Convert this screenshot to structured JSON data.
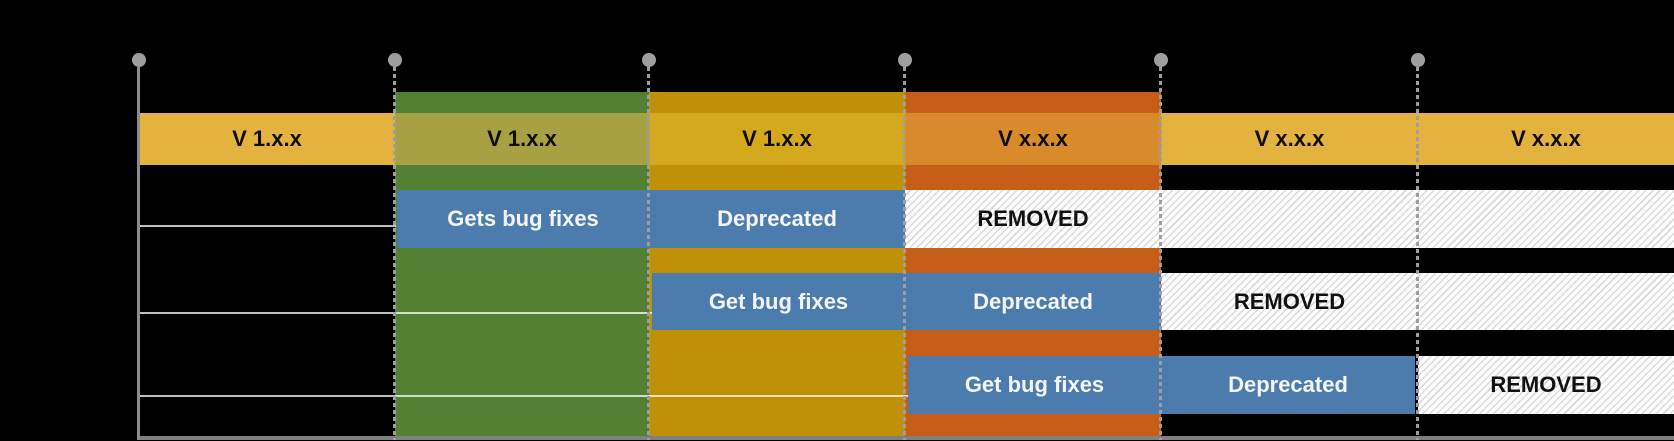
{
  "canvas": {
    "background": "#000000"
  },
  "palette": {
    "yellow_band": "#E3B23F",
    "olive_band": "#A8A144",
    "light_gold_band": "#D4A91E",
    "light_orange_band": "#D98B2B",
    "green_block": "#538032",
    "gold_block": "#C09107",
    "orange_block": "#C75E17",
    "blue_band": "#4B7CAD",
    "marker_gray": "#9E9E9E",
    "axis_gray": "#7F7F7F",
    "hatch_gray": "#D9D9D9"
  },
  "version_band": {
    "segments": [
      {
        "label": "V 1.x.x"
      },
      {
        "label": "V 1.x.x"
      },
      {
        "label": "V 1.x.x"
      },
      {
        "label": "V x.x.x"
      },
      {
        "label": "V x.x.x"
      },
      {
        "label": "V x.x.x"
      }
    ]
  },
  "lifecycle_rows": [
    {
      "cells": [
        {
          "label": "Gets bug fixes",
          "type": "bugfix"
        },
        {
          "label": "Deprecated",
          "type": "deprecated"
        },
        {
          "label": "REMOVED",
          "type": "removed"
        }
      ]
    },
    {
      "cells": [
        {
          "label": "Get bug fixes",
          "type": "bugfix"
        },
        {
          "label": "Deprecated",
          "type": "deprecated"
        },
        {
          "label": "REMOVED",
          "type": "removed"
        }
      ]
    },
    {
      "cells": [
        {
          "label": "Get bug fixes",
          "type": "bugfix"
        },
        {
          "label": "Deprecated",
          "type": "deprecated"
        },
        {
          "label": "REMOVED",
          "type": "removed"
        }
      ]
    }
  ]
}
